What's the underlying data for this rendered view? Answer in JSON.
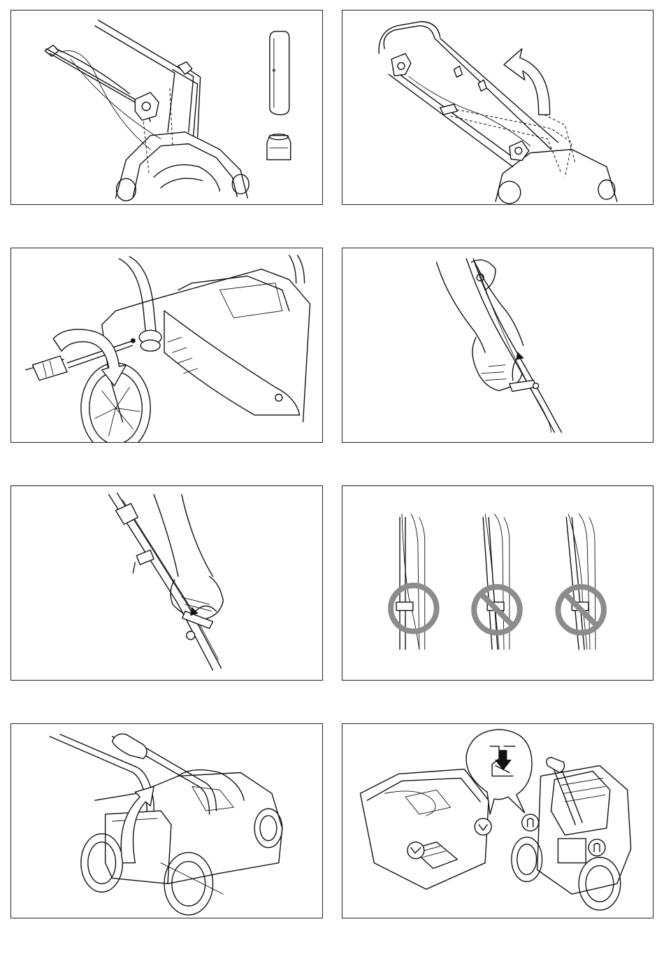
{
  "figures": [
    {
      "id": "fig-1",
      "subject": "handle-attachment"
    },
    {
      "id": "fig-2",
      "subject": "handle-raise"
    },
    {
      "id": "fig-3",
      "subject": "screwdriver-tighten"
    },
    {
      "id": "fig-4",
      "subject": "lever-clamp-close"
    },
    {
      "id": "fig-5",
      "subject": "lever-clamp-upper"
    },
    {
      "id": "fig-6",
      "subject": "cable-clip-positions"
    },
    {
      "id": "fig-7",
      "subject": "rear-flap-lift"
    },
    {
      "id": "fig-8",
      "subject": "grass-box-hooks"
    }
  ],
  "cable_clip_examples": [
    {
      "position": "correct",
      "prohibited": false
    },
    {
      "position": "wrong-left",
      "prohibited": true
    },
    {
      "position": "wrong-right",
      "prohibited": true
    }
  ],
  "colors": {
    "line": "#111111",
    "prohibition": "#8c8c8c",
    "background": "#ffffff"
  }
}
